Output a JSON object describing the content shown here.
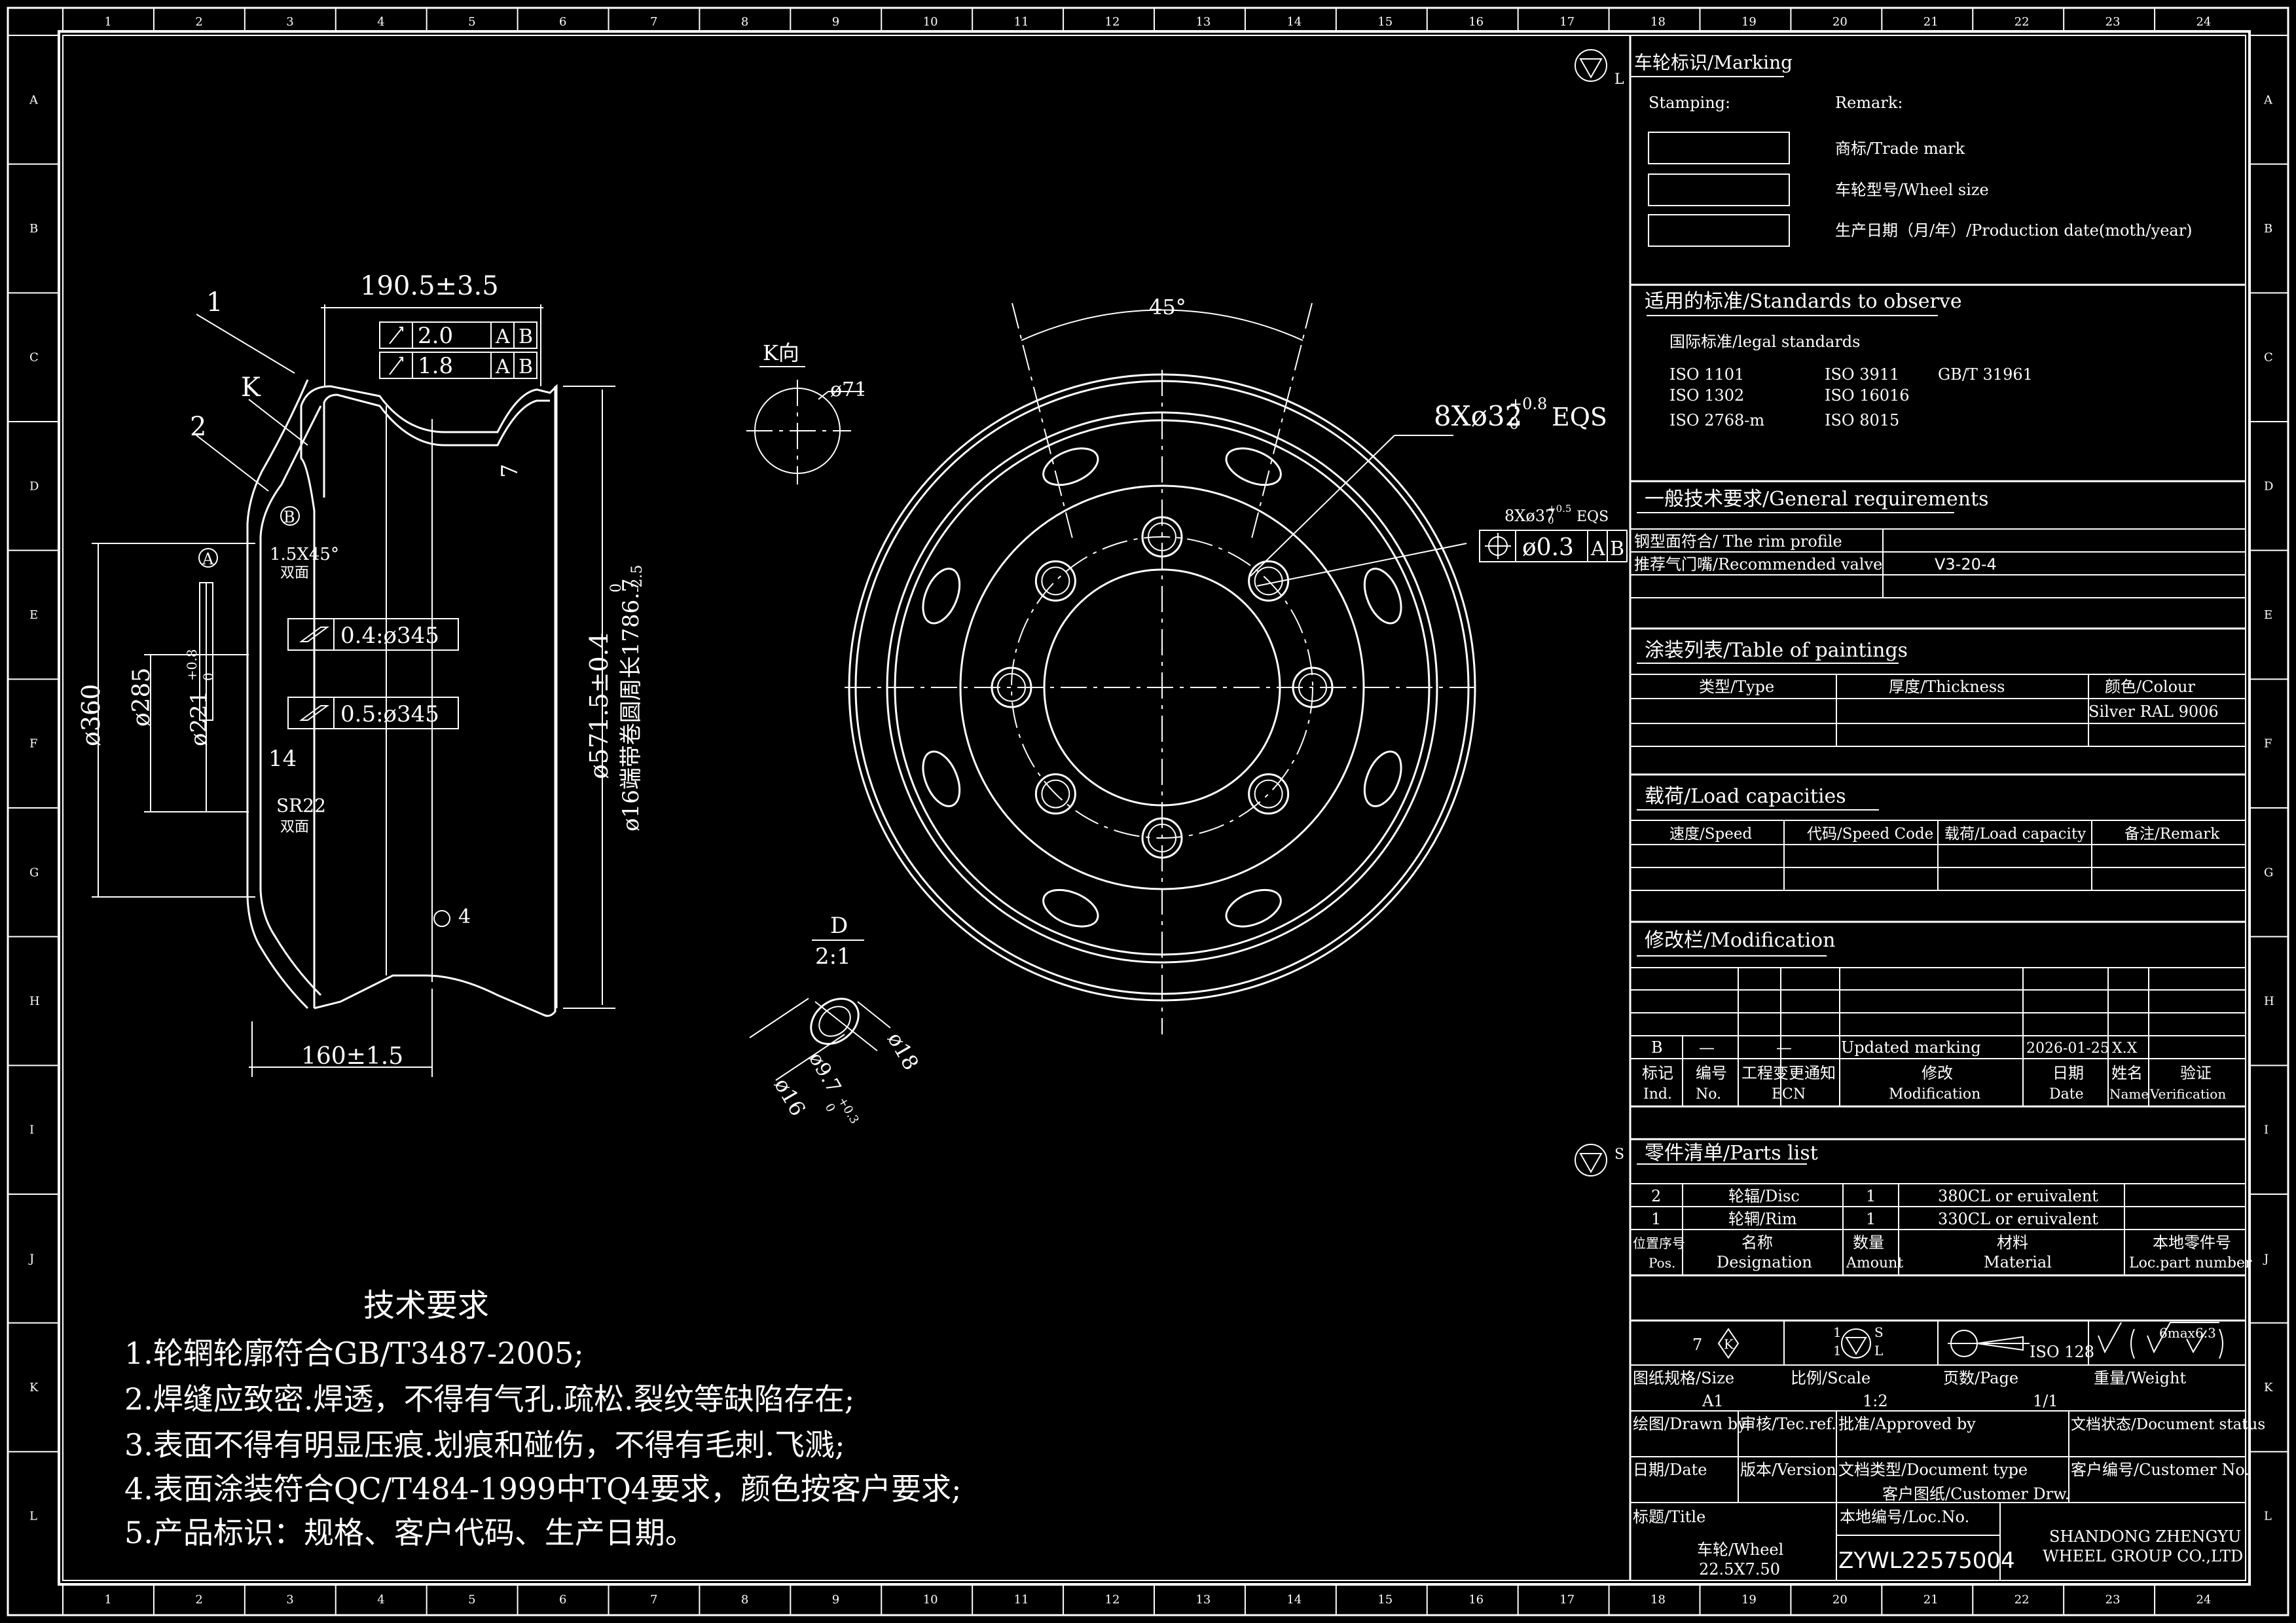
{
  "zone_cols": [
    "1",
    "2",
    "3",
    "4",
    "5",
    "6",
    "7",
    "8",
    "9",
    "10",
    "11",
    "12",
    "13",
    "14",
    "15",
    "16",
    "17",
    "18",
    "19",
    "20",
    "21",
    "22",
    "23",
    "24"
  ],
  "zone_rows": [
    "A",
    "B",
    "C",
    "D",
    "E",
    "F",
    "G",
    "H",
    "I",
    "J",
    "K",
    "L"
  ],
  "symbols": {
    "top_symbol_letter": "L",
    "bottom_symbol_letter": "S"
  },
  "marking": {
    "title": "车轮标识/Marking",
    "stamping": "Stamping:",
    "remark": "Remark:",
    "items": [
      "商标/Trade mark",
      "车轮型号/Wheel size",
      "生产日期（月/年）/Production date(moth/year)"
    ]
  },
  "standards": {
    "title": "适用的标准/Standards to observe",
    "subtitle": "国际标准/legal standards",
    "col1": [
      "ISO 1101",
      "ISO 1302",
      "ISO 2768-m"
    ],
    "col2": [
      "ISO 3911",
      "ISO 16016",
      "ISO 8015"
    ],
    "col3": [
      "GB/T 31961"
    ]
  },
  "general": {
    "title": "一般技术要求/General requirements",
    "row1": "钢型面符合/ The rim profile",
    "row2": "推荐气门嘴/Recommended valve",
    "row2_value": "V3-20-4"
  },
  "paintings": {
    "title": "涂装列表/Table of paintings",
    "headers": [
      "类型/Type",
      "厚度/Thickness",
      "颜色/Colour"
    ],
    "colour": "Silver RAL 9006"
  },
  "loads": {
    "title": "载荷/Load capacities",
    "headers": [
      "速度/Speed",
      "代码/Speed Code",
      "载荷/Load capacity",
      "备注/Remark"
    ]
  },
  "modification": {
    "title": "修改栏/Modification",
    "row": [
      "B",
      "—",
      "—",
      "Updated marking",
      "2026-01-25",
      "X.X"
    ],
    "headers_cn": [
      "标记",
      "编号",
      "工程变更通知",
      "修改",
      "日期",
      "姓名",
      "验证"
    ],
    "headers_en": [
      "Ind.",
      "No.",
      "ECN",
      "Modification",
      "Date",
      "Name",
      "Verification"
    ]
  },
  "parts": {
    "title": "零件清单/Parts list",
    "rows": [
      [
        "2",
        "轮辐/Disc",
        "1",
        "380CL or eruivalent"
      ],
      [
        "1",
        "轮辋/Rim",
        "1",
        "330CL or eruivalent"
      ]
    ],
    "headers_cn": [
      "位置序号",
      "名称",
      "数量",
      "材料",
      "本地零件号"
    ],
    "headers_en": [
      "Pos.",
      "Designation",
      "Amount",
      "Material",
      "Loc.part number"
    ]
  },
  "titleblock": {
    "num7": "7",
    "sym_k": "K",
    "num1a": "1",
    "num1b": "1",
    "sym_s": "S",
    "sym_l": "L",
    "iso": "ISO 128",
    "rough": "6max",
    "rough2": "6.3",
    "size_label": "图纸规格/Size",
    "size": "A1",
    "scale_label": "比例/Scale",
    "scale": "1:2",
    "page_label": "页数/Page",
    "page": "1/1",
    "weight_label": "重量/Weight",
    "drawn": "绘图/Drawn by",
    "checked": "审核/Tec.ref.",
    "approved": "批准/Approved by",
    "doc_status": "文档状态/Document status",
    "date": "日期/Date",
    "version": "版本/Version",
    "doc_type": "文档类型/Document type",
    "customer_no": "客户编号/Customer No.",
    "customer_drw": "客户图纸/Customer Drw.",
    "title_label": "标题/Title",
    "title1": "车轮/Wheel",
    "title2": "22.5X7.50",
    "locno_label": "本地编号/Loc.No.",
    "locno": "ZYWL22575004",
    "company1": "SHANDONG ZHENGYU",
    "company2": "WHEEL GROUP CO.,LTD"
  },
  "tech": {
    "title": "技术要求",
    "lines": [
      "1.轮辋轮廓符合GB/T3487-2005;",
      "2.焊缝应致密.焊透，不得有气孔.疏松.裂纹等缺陷存在;",
      "3.表面不得有明显压痕.划痕和碰伤，不得有毛刺.飞溅;",
      "4.表面涂装符合QC/T484-1999中TQ4要求，颜色按客户要求;",
      "5.产品标识：规格、客户代码、生产日期。"
    ]
  },
  "section": {
    "d1905": "190.5±3.5",
    "tol1": "2.0",
    "tol2": "1.8",
    "A": "A",
    "B": "B",
    "lbl1": "1",
    "lblK": "K",
    "lbl2": "2",
    "seven": "7",
    "c15": "1.5X45°",
    "both1": "双面",
    "f04": "0.4:ø345",
    "f05": "0.5:ø345",
    "d360": "ø360",
    "d285": "ø285",
    "d221": "ø221",
    "d221tol": "+0.8",
    "d221tol2": "0",
    "fourteen": "14",
    "sr22": "SR22",
    "both2": "双面",
    "d5715": "ø571.5±0.4",
    "circ": "ø16端带卷圆周长1786.7",
    "circtol1": "0",
    "circtol2": "-2.5",
    "d160": "160±1.5",
    "four": "4"
  },
  "front": {
    "angle": "45°",
    "holes": "8Xø32",
    "holes_tol1": "+0.8",
    "holes_tol2": "0",
    "holes_eqs": "EQS",
    "bolt": "8Xø37",
    "bolt_tol1": "+0.5",
    "bolt_tol2": "0",
    "bolt_eqs": "EQS",
    "pos_val": "ø0.3",
    "kview": "K向",
    "d71": "ø71",
    "dD": "D",
    "dscale": "2:1",
    "d18": "ø18",
    "d97": "ø9.7",
    "d97tol1": "+0.3",
    "d97tol2": "0",
    "d16": "ø16"
  }
}
